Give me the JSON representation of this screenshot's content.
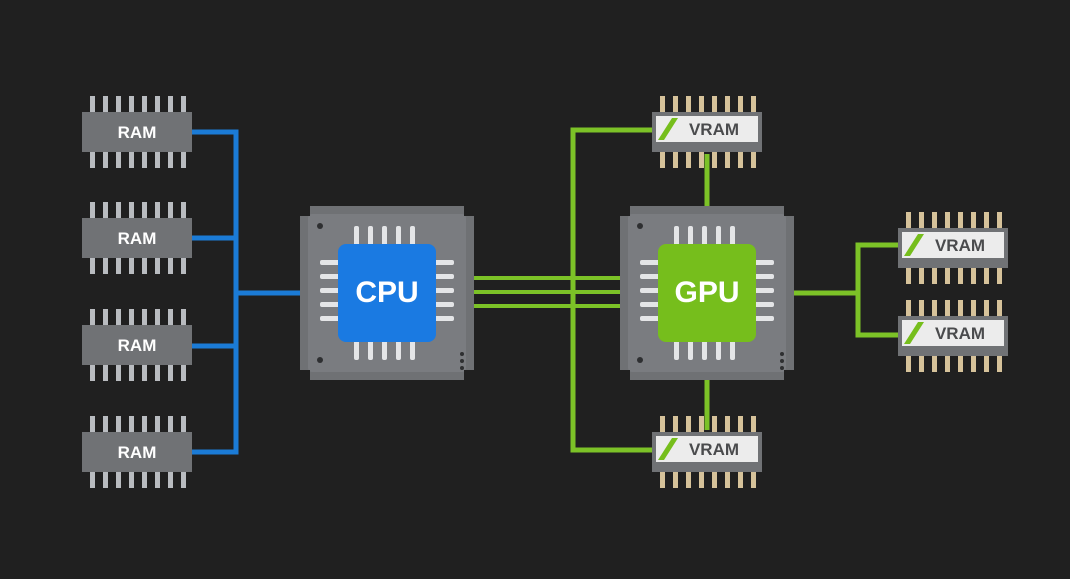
{
  "colors": {
    "background": "#202020",
    "cpu_bus": "#1b7bd6",
    "gpu_bus": "#7cc227",
    "cpu_core": "#1a7ae2",
    "gpu_core": "#76be1c",
    "package": "#6f7174",
    "pin_gold": "#d6c29a",
    "pin_silver": "#b9bcc0"
  },
  "cpu": {
    "label": "CPU"
  },
  "gpu": {
    "label": "GPU"
  },
  "ram": [
    {
      "label": "RAM"
    },
    {
      "label": "RAM"
    },
    {
      "label": "RAM"
    },
    {
      "label": "RAM"
    }
  ],
  "vram": [
    {
      "label": "VRAM"
    },
    {
      "label": "VRAM"
    },
    {
      "label": "VRAM"
    },
    {
      "label": "VRAM"
    }
  ]
}
